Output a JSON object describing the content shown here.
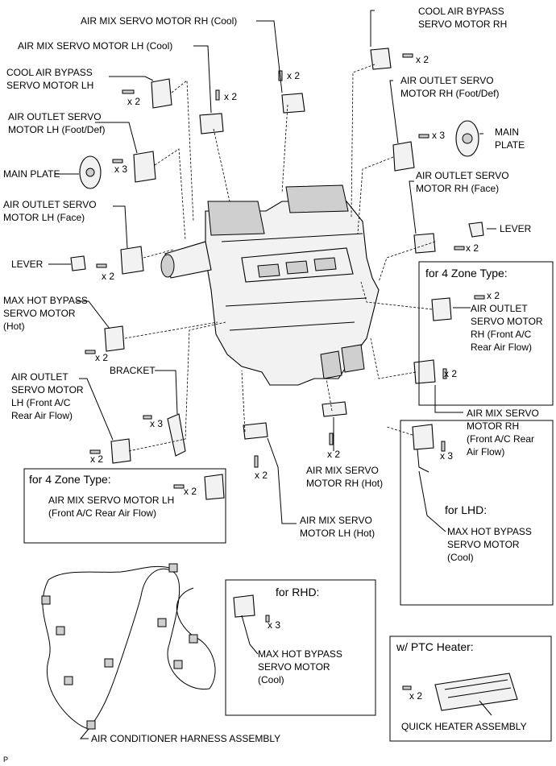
{
  "labels": {
    "air_mix_rh_cool": [
      "AIR MIX SERVO MOTOR RH (Cool)"
    ],
    "air_mix_lh_cool": [
      "AIR MIX SERVO MOTOR LH (Cool)"
    ],
    "cool_bypass_rh": [
      "COOL AIR BYPASS",
      "SERVO MOTOR RH"
    ],
    "cool_bypass_lh": [
      "COOL AIR BYPASS",
      "SERVO MOTOR LH"
    ],
    "outlet_rh_footdef": [
      "AIR OUTLET SERVO",
      "MOTOR RH (Foot/Def)"
    ],
    "outlet_lh_footdef": [
      "AIR OUTLET SERVO",
      "MOTOR LH (Foot/Def)"
    ],
    "main_plate_right": [
      "MAIN",
      "PLATE"
    ],
    "main_plate_left": [
      "MAIN PLATE"
    ],
    "outlet_rh_face": [
      "AIR OUTLET SERVO",
      "MOTOR RH (Face)"
    ],
    "outlet_lh_face": [
      "AIR OUTLET SERVO",
      "MOTOR LH (Face)"
    ],
    "lever_right": [
      "LEVER"
    ],
    "lever_left": [
      "LEVER"
    ],
    "zone4_title": [
      "for 4 Zone Type:"
    ],
    "outlet_rh_front": [
      "AIR OUTLET",
      "SERVO MOTOR",
      "RH (Front A/C",
      "Rear Air Flow)"
    ],
    "max_hot_hot": [
      "MAX HOT BYPASS",
      "SERVO MOTOR",
      "(Hot)"
    ],
    "bracket": [
      "BRACKET"
    ],
    "outlet_lh_front": [
      "AIR OUTLET",
      "SERVO MOTOR",
      "LH (Front A/C",
      "Rear Air Flow)"
    ],
    "air_mix_rh_front": [
      "AIR MIX SERVO",
      "MOTOR RH",
      "(Front A/C Rear",
      "Air Flow)"
    ],
    "zone4_title_left": [
      "for 4 Zone Type:"
    ],
    "air_mix_lh_front": [
      "AIR MIX SERVO MOTOR LH",
      "(Front A/C Rear Air Flow)"
    ],
    "air_mix_rh_hot": [
      "AIR MIX SERVO",
      "MOTOR RH (Hot)"
    ],
    "air_mix_lh_hot": [
      "AIR MIX SERVO",
      "MOTOR LH (Hot)"
    ],
    "lhd_title": [
      "for LHD:"
    ],
    "max_hot_cool_lhd": [
      "MAX HOT BYPASS",
      "SERVO MOTOR",
      "(Cool)"
    ],
    "rhd_title": [
      "for RHD:"
    ],
    "max_hot_cool_rhd": [
      "MAX HOT BYPASS",
      "SERVO MOTOR",
      "(Cool)"
    ],
    "ptc_title": [
      "w/ PTC Heater:"
    ],
    "quick_heater": [
      "QUICK HEATER ASSEMBLY"
    ],
    "harness": [
      "AIR CONDITIONER HARNESS ASSEMBLY"
    ],
    "footer": [
      "P"
    ]
  },
  "quantities": {
    "x2": "x 2",
    "x3": "x 3"
  }
}
